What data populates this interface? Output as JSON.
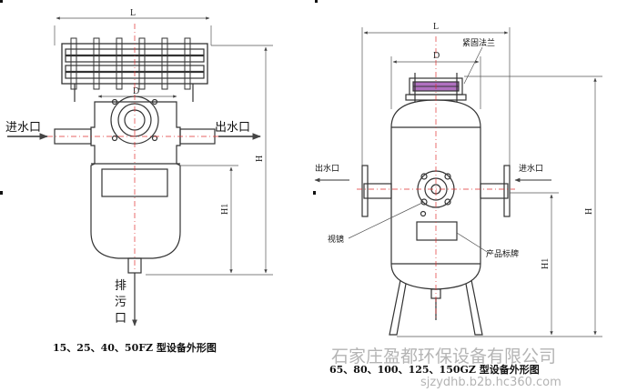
{
  "left_drawing": {
    "dim_L": "L",
    "dim_D": "D",
    "dim_H": "H",
    "dim_H1": "H1",
    "inlet_label": "进水口",
    "outlet_label": "出水口",
    "drain_label": [
      "排",
      "污",
      "口"
    ],
    "caption": "15、25、40、50FZ 型设备外形图"
  },
  "right_drawing": {
    "dim_L": "L",
    "dim_D": "D",
    "dim_H": "H",
    "dim_H1": "H1",
    "flange_label": "紧固法兰",
    "outlet_label": "出水口",
    "inlet_label": "进水口",
    "sightglass_label": "视镜",
    "nameplate_label": "产品标牌",
    "caption": "65、80、100、125、150GZ 型设备外形图"
  },
  "watermark": {
    "company": "石家庄盈都环保设备有限公司",
    "url": "sjzydhb.b2b.hc360.com"
  },
  "colors": {
    "line": "#333333",
    "dim_line": "#555555",
    "center_line": "#e03030",
    "accent": "#b070c0"
  }
}
